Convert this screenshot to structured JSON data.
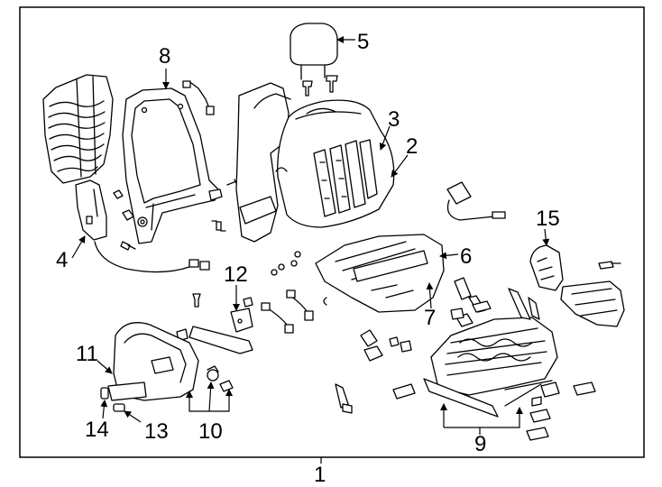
{
  "diagram": {
    "callouts": {
      "c1": "1",
      "c2": "2",
      "c3": "3",
      "c4": "4",
      "c5": "5",
      "c6": "6",
      "c7": "7",
      "c8": "8",
      "c9": "9",
      "c10": "10",
      "c11": "11",
      "c12": "12",
      "c13": "13",
      "c14": "14",
      "c15": "15"
    }
  },
  "colors": {
    "line": "#000000",
    "background": "#ffffff",
    "fill": "#ffffff"
  }
}
